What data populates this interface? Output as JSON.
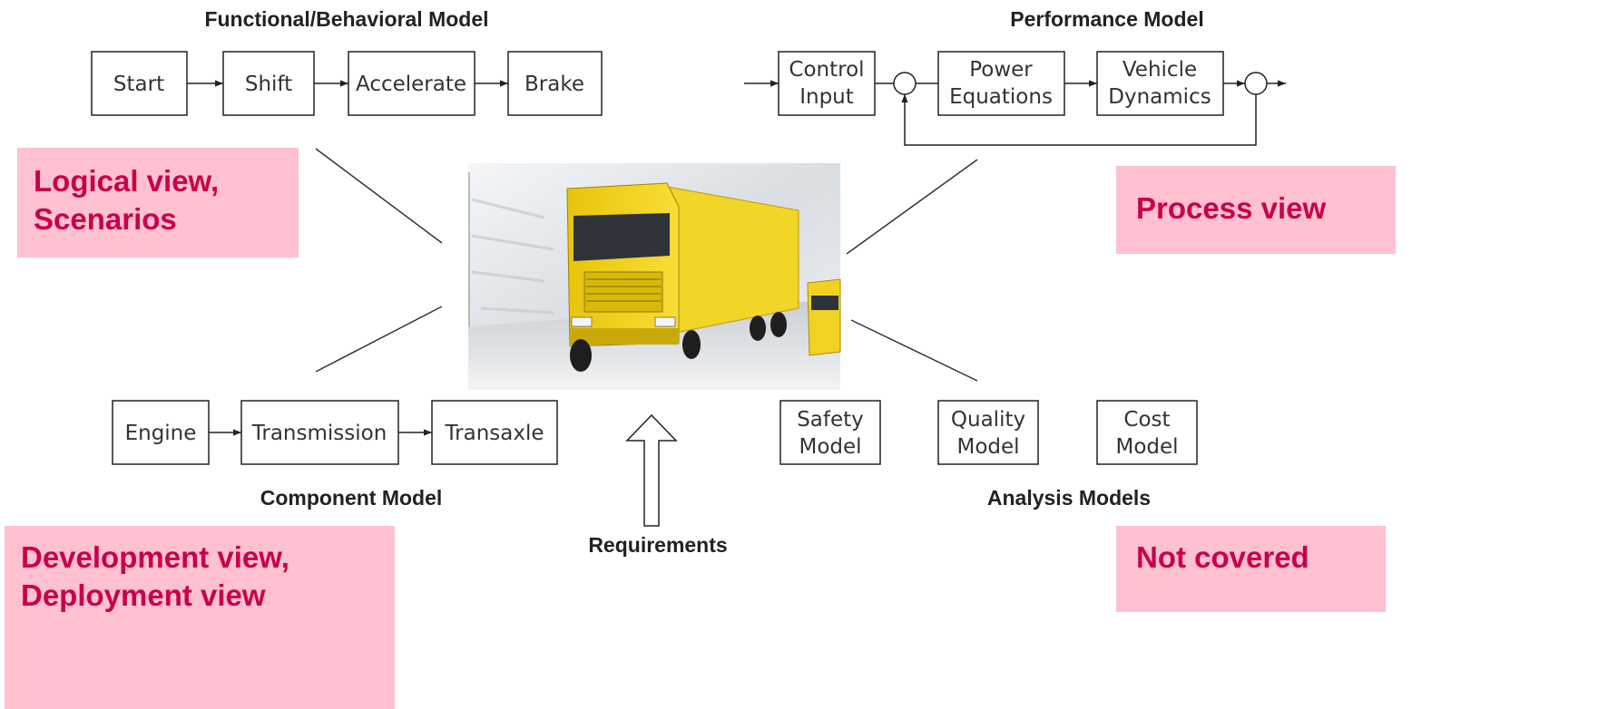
{
  "titles": {
    "functional": "Functional/Behavioral Model",
    "performance": "Performance Model",
    "component": "Component Model",
    "analysis": "Analysis Models",
    "requirements": "Requirements"
  },
  "functional_boxes": [
    "Start",
    "Shift",
    "Accelerate",
    "Brake"
  ],
  "performance_boxes": [
    {
      "line1": "Control",
      "line2": "Input"
    },
    {
      "line1": "Power",
      "line2": "Equations"
    },
    {
      "line1": "Vehicle",
      "line2": "Dynamics"
    }
  ],
  "component_boxes": [
    "Engine",
    "Transmission",
    "Transaxle"
  ],
  "analysis_boxes": [
    {
      "line1": "Safety",
      "line2": "Model"
    },
    {
      "line1": "Quality",
      "line2": "Model"
    },
    {
      "line1": "Cost",
      "line2": "Model"
    }
  ],
  "callouts": {
    "logical": {
      "line1": "Logical view,",
      "line2": "Scenarios"
    },
    "process": {
      "line1": "Process view"
    },
    "development": {
      "line1": "Development view,",
      "line2": "Deployment view"
    },
    "not_covered": {
      "line1": "Not covered"
    }
  },
  "colors": {
    "callout_bg": "#ffc0cf",
    "callout_text": "#c8004b",
    "truck": "#f2d21e"
  }
}
